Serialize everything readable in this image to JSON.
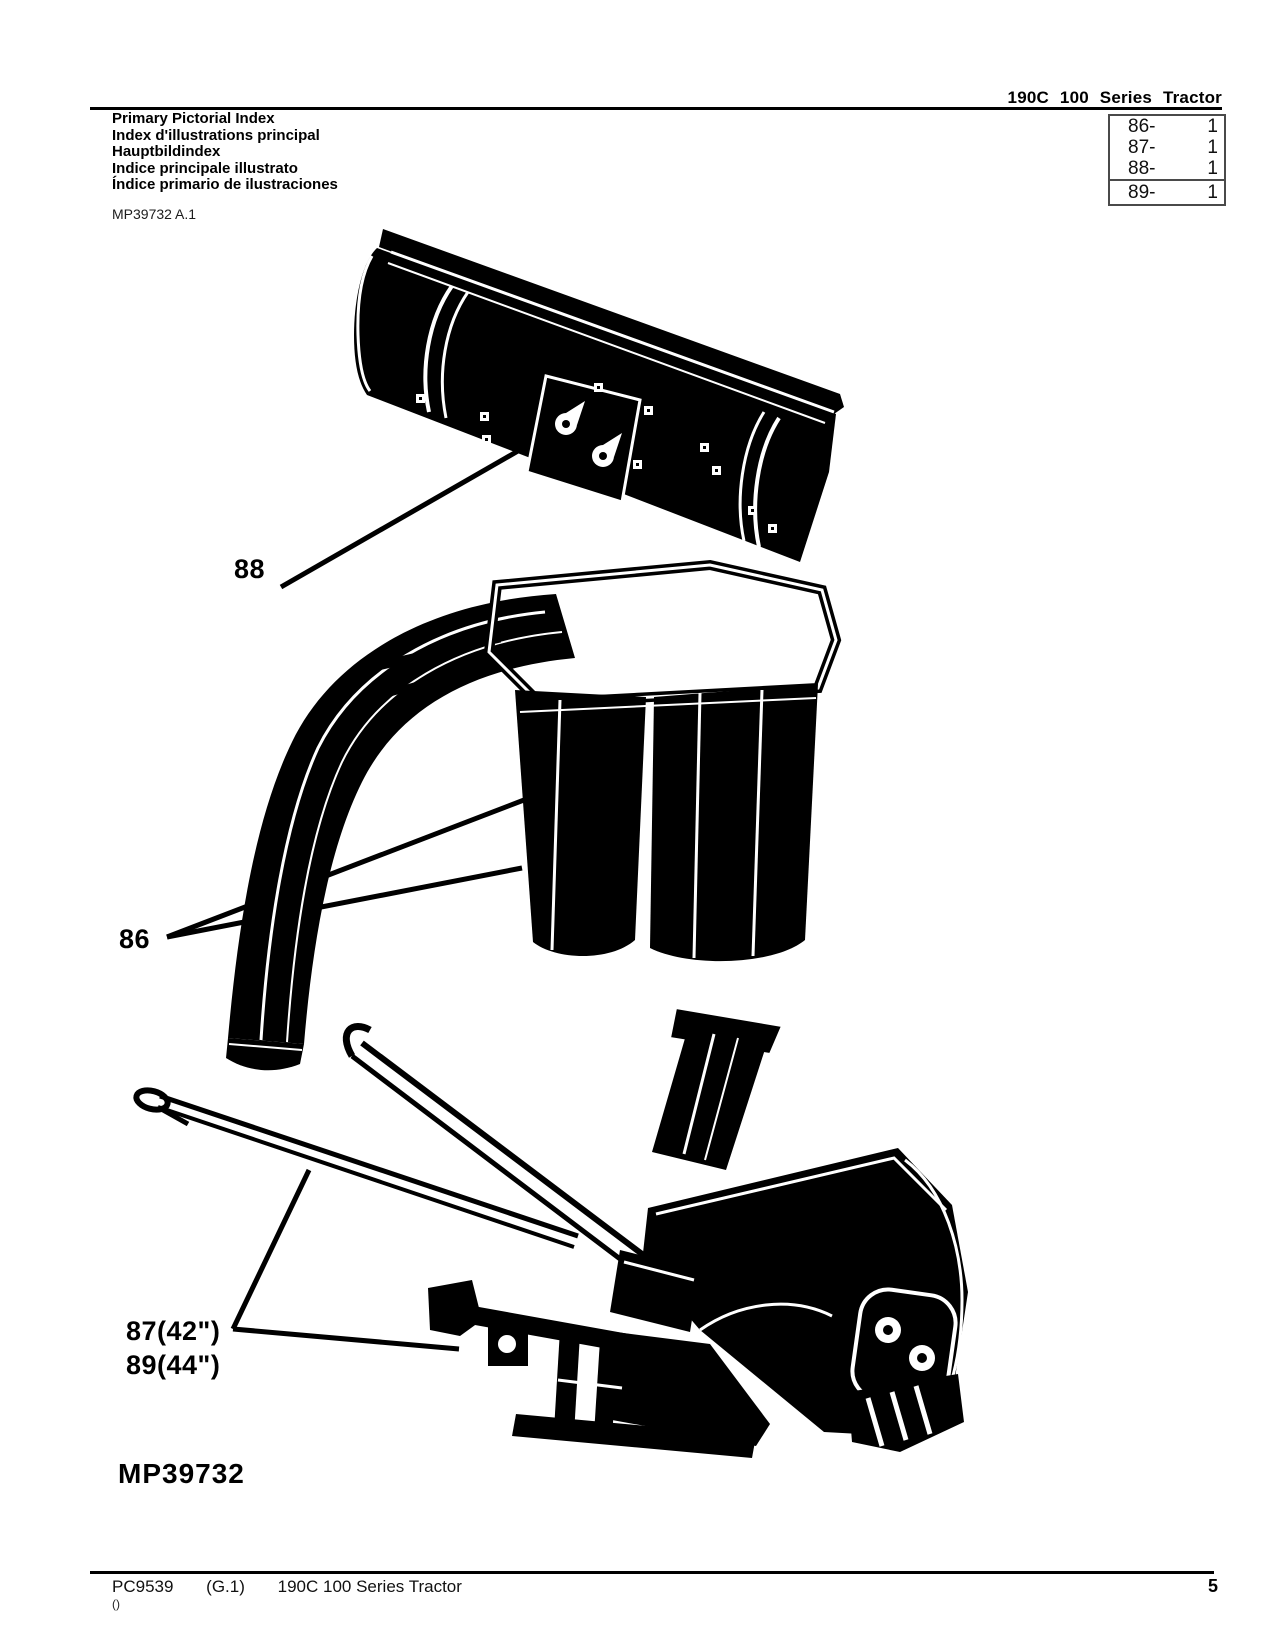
{
  "header": {
    "title": "190C 100 Series Tractor"
  },
  "title_block": {
    "lines": [
      "Primary Pictorial Index",
      "Index d'illustrations principal",
      "Hauptbildindex",
      "Indice principale illustrato",
      "Índice primario de ilustraciones"
    ]
  },
  "figure_ref": "MP39732 A.1",
  "index_table": {
    "rows": [
      {
        "section": "86-",
        "page": "1"
      },
      {
        "section": "87-",
        "page": "1"
      },
      {
        "section": "88-",
        "page": "1"
      },
      {
        "section": "89-",
        "page": "1"
      }
    ]
  },
  "callouts": {
    "blade": "88",
    "bagger": "86",
    "blower_42": "87(42\")",
    "blower_44": "89(44\")"
  },
  "figure_id": "MP39732",
  "footer": {
    "doc_number": "PC9539",
    "section": "(G.1)",
    "title": "190C 100 Series Tractor",
    "sub_note": "()",
    "page_number": "5"
  }
}
